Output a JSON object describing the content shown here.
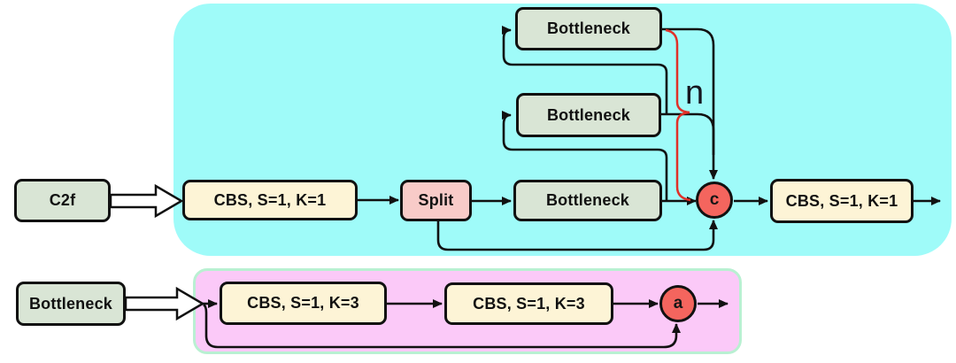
{
  "colors": {
    "panel_cyan": "#9ffbf9",
    "panel_magenta": "#fbc9f8",
    "panel_magenta_border": "#b9f0d2",
    "box_green": "#d9e5d5",
    "box_cream": "#fdf4d6",
    "box_pink": "#f8cbc8",
    "node_red": "#f4655e",
    "line_black": "#111111",
    "brace_red": "#e03028"
  },
  "c2f_module": {
    "input_label": "C2f",
    "cbs_in": "CBS, S=1, K=1",
    "split": "Split",
    "bottleneck_bottom": "Bottleneck",
    "bottleneck_middle": "Bottleneck",
    "bottleneck_top": "Bottleneck",
    "concat_node": "c",
    "repeat_count": "n",
    "cbs_out": "CBS, S=1, K=1"
  },
  "bottleneck_module": {
    "input_label": "Bottleneck",
    "cbs_1": "CBS, S=1, K=3",
    "cbs_2": "CBS, S=1, K=3",
    "add_node": "a"
  }
}
